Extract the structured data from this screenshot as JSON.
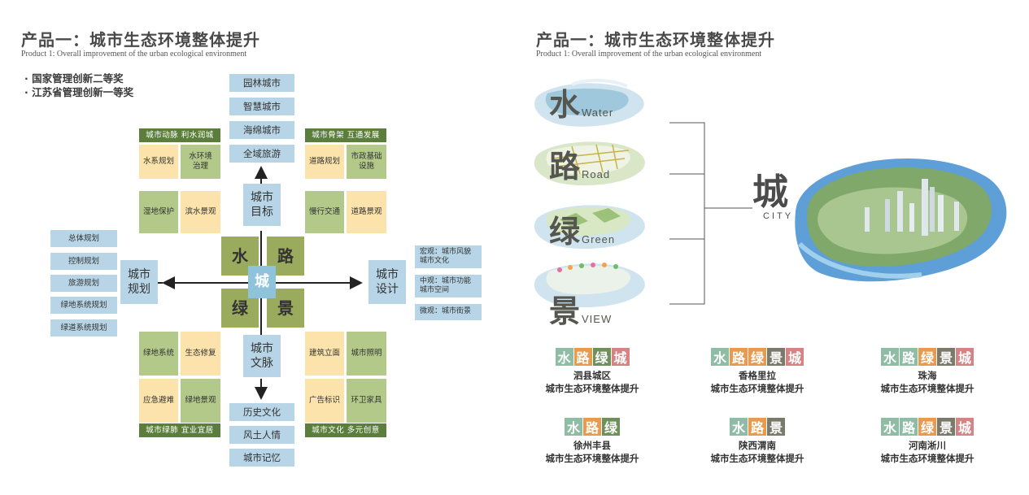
{
  "left": {
    "title": "产品一：城市生态环境整体提升",
    "subtitle": "Product 1: Overall improvement of the urban ecological environment",
    "awards": [
      "· 国家管理创新二等奖",
      "· 江苏省管理创新一等奖"
    ],
    "top_stack": [
      "园林城市",
      "智慧城市",
      "海绵城市",
      "全域旅游"
    ],
    "bottom_stack": [
      "历史文化",
      "风土人情",
      "城市记忆"
    ],
    "hub": {
      "top": "城市\n目标",
      "bottom": "城市\n文脉",
      "left": "城市\n规划",
      "right": "城市\n设计",
      "center": "城",
      "quad": [
        "水",
        "路",
        "绿",
        "景"
      ]
    },
    "left_list": [
      "总体规划",
      "控制规划",
      "旅游规划",
      "绿地系统规划",
      "绿道系统规划"
    ],
    "right_list": [
      "宏观：城市风貌\n城市文化",
      "中观：城市功能\n城市空间",
      "微观：城市街景"
    ],
    "q_tl": {
      "header": "城市动脉  利水润城",
      "cells": [
        "水系规划",
        "水环境\n治理",
        "湿地保护",
        "滨水景观"
      ]
    },
    "q_tr": {
      "header": "城市骨架  互通发展",
      "cells": [
        "道路规划",
        "市政基础\n设施",
        "慢行交通",
        "道路景观"
      ]
    },
    "q_bl": {
      "footer": "城市绿肺  宜业宜居",
      "cells": [
        "绿地系统",
        "生态修复",
        "应急避难",
        "绿地景观"
      ]
    },
    "q_br": {
      "footer": "城市文化  多元创意",
      "cells": [
        "建筑立面",
        "城市照明",
        "广告标识",
        "环卫家具"
      ]
    }
  },
  "right": {
    "title": "产品一：城市生态环境整体提升",
    "subtitle": "Product 1: Overall improvement of the urban ecological environment",
    "layers": [
      {
        "cn": "水",
        "en": "Water"
      },
      {
        "cn": "路",
        "en": "Road"
      },
      {
        "cn": "绿",
        "en": "Green"
      },
      {
        "cn": "景",
        "en": "VIEW"
      }
    ],
    "city_cn": "城",
    "city_en": "CITY",
    "projects": [
      {
        "tags": [
          "水",
          "路",
          "绿",
          "城"
        ],
        "kinds": [
          "water",
          "road",
          "green",
          "city"
        ],
        "place": "泗县城区",
        "desc": "城市生态环境整体提升"
      },
      {
        "tags": [
          "水",
          "路",
          "绿",
          "景",
          "城"
        ],
        "kinds": [
          "water",
          "road",
          "road",
          "scene",
          "city"
        ],
        "place": "香格里拉",
        "desc": "城市生态环境整体提升"
      },
      {
        "tags": [
          "水",
          "路",
          "绿",
          "景",
          "城"
        ],
        "kinds": [
          "water",
          "water",
          "road",
          "scene",
          "city"
        ],
        "place": "珠海",
        "desc": "城市生态环境整体提升"
      },
      {
        "tags": [
          "水",
          "路",
          "绿"
        ],
        "kinds": [
          "water",
          "road",
          "green"
        ],
        "place": "徐州丰县",
        "desc": "城市生态环境整体提升"
      },
      {
        "tags": [
          "水",
          "路",
          "景"
        ],
        "kinds": [
          "water",
          "road",
          "scene"
        ],
        "place": "陕西渭南",
        "desc": "城市生态环境整体提升"
      },
      {
        "tags": [
          "水",
          "路",
          "绿",
          "景",
          "城"
        ],
        "kinds": [
          "water",
          "water",
          "road",
          "scene",
          "city"
        ],
        "place": "河南淅川",
        "desc": "城市生态环境整体提升"
      }
    ],
    "colors": {
      "water": "#8fbca5",
      "road": "#e89a4e",
      "green": "#6f8f5b",
      "scene": "#7a7a6b",
      "city": "#d68385"
    }
  }
}
